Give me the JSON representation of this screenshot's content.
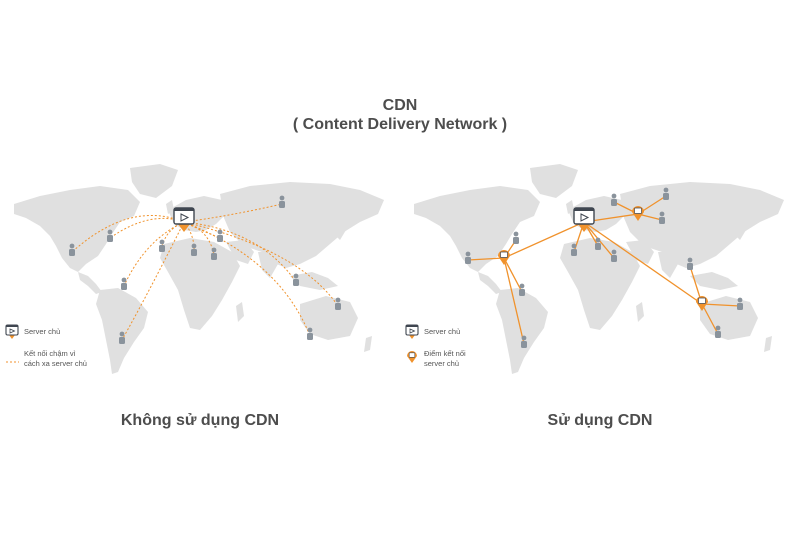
{
  "title": {
    "line1": "CDN",
    "line2": "( Content Delivery Network )"
  },
  "panels": [
    {
      "caption": "Không sử dụng CDN",
      "legend": [
        {
          "icon": "server-icon",
          "text": [
            "Server chủ"
          ]
        },
        {
          "icon": "dotted-line-icon",
          "text": [
            "Kết nối chậm vì",
            "cách xa server chủ"
          ]
        }
      ]
    },
    {
      "caption": "Sử dụng CDN",
      "legend": [
        {
          "icon": "server-icon",
          "text": [
            "Server chủ"
          ]
        },
        {
          "icon": "pin-icon",
          "text": [
            "Điểm kết nối",
            "server chủ"
          ]
        }
      ]
    }
  ],
  "colors": {
    "accent": "#f0922c",
    "map": "#e0e0e0",
    "icon": "#6e7782",
    "text": "#4d4d4d"
  }
}
